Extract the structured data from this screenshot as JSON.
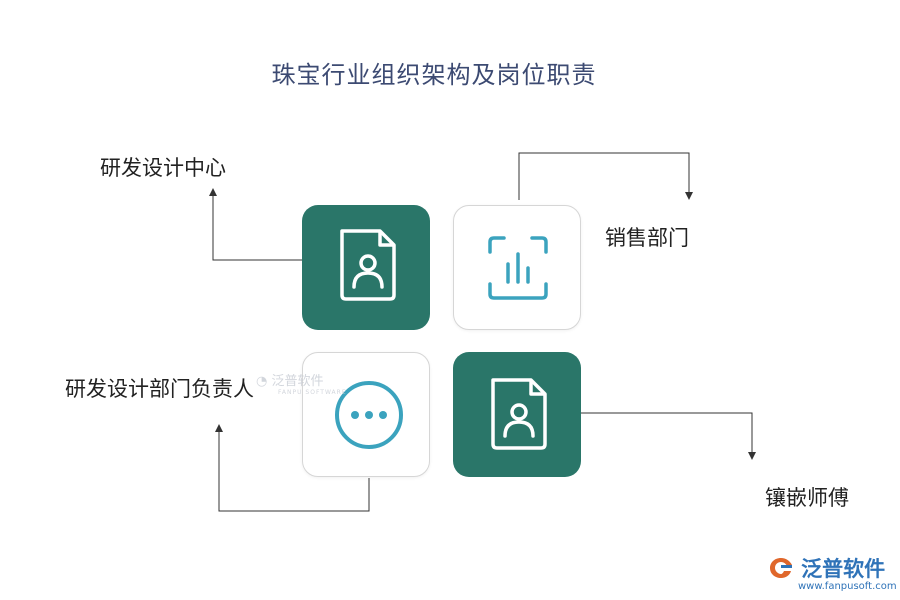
{
  "title": "珠宝行业组织架构及岗位职责",
  "nodes": [
    {
      "label": "研发设计中心",
      "icon": "document-user-icon",
      "style": "filled"
    },
    {
      "label": "销售部门",
      "icon": "bar-chart-icon",
      "style": "outline"
    },
    {
      "label": "研发设计部门负责人",
      "icon": "more-dots-icon",
      "style": "outline"
    },
    {
      "label": "镶嵌师傅",
      "icon": "document-user-icon",
      "style": "filled"
    }
  ],
  "watermark": {
    "name": "泛普软件",
    "sub": "FANPU SOFTWARE"
  },
  "brand": {
    "name": "泛普软件",
    "url": "www.fanpusoft.com"
  },
  "colors": {
    "tile_fill": "#2a7669",
    "tile_outline_icon": "#3ba3be",
    "title": "#3c4a72",
    "connector": "#333333",
    "brand": "#2f73b8"
  }
}
